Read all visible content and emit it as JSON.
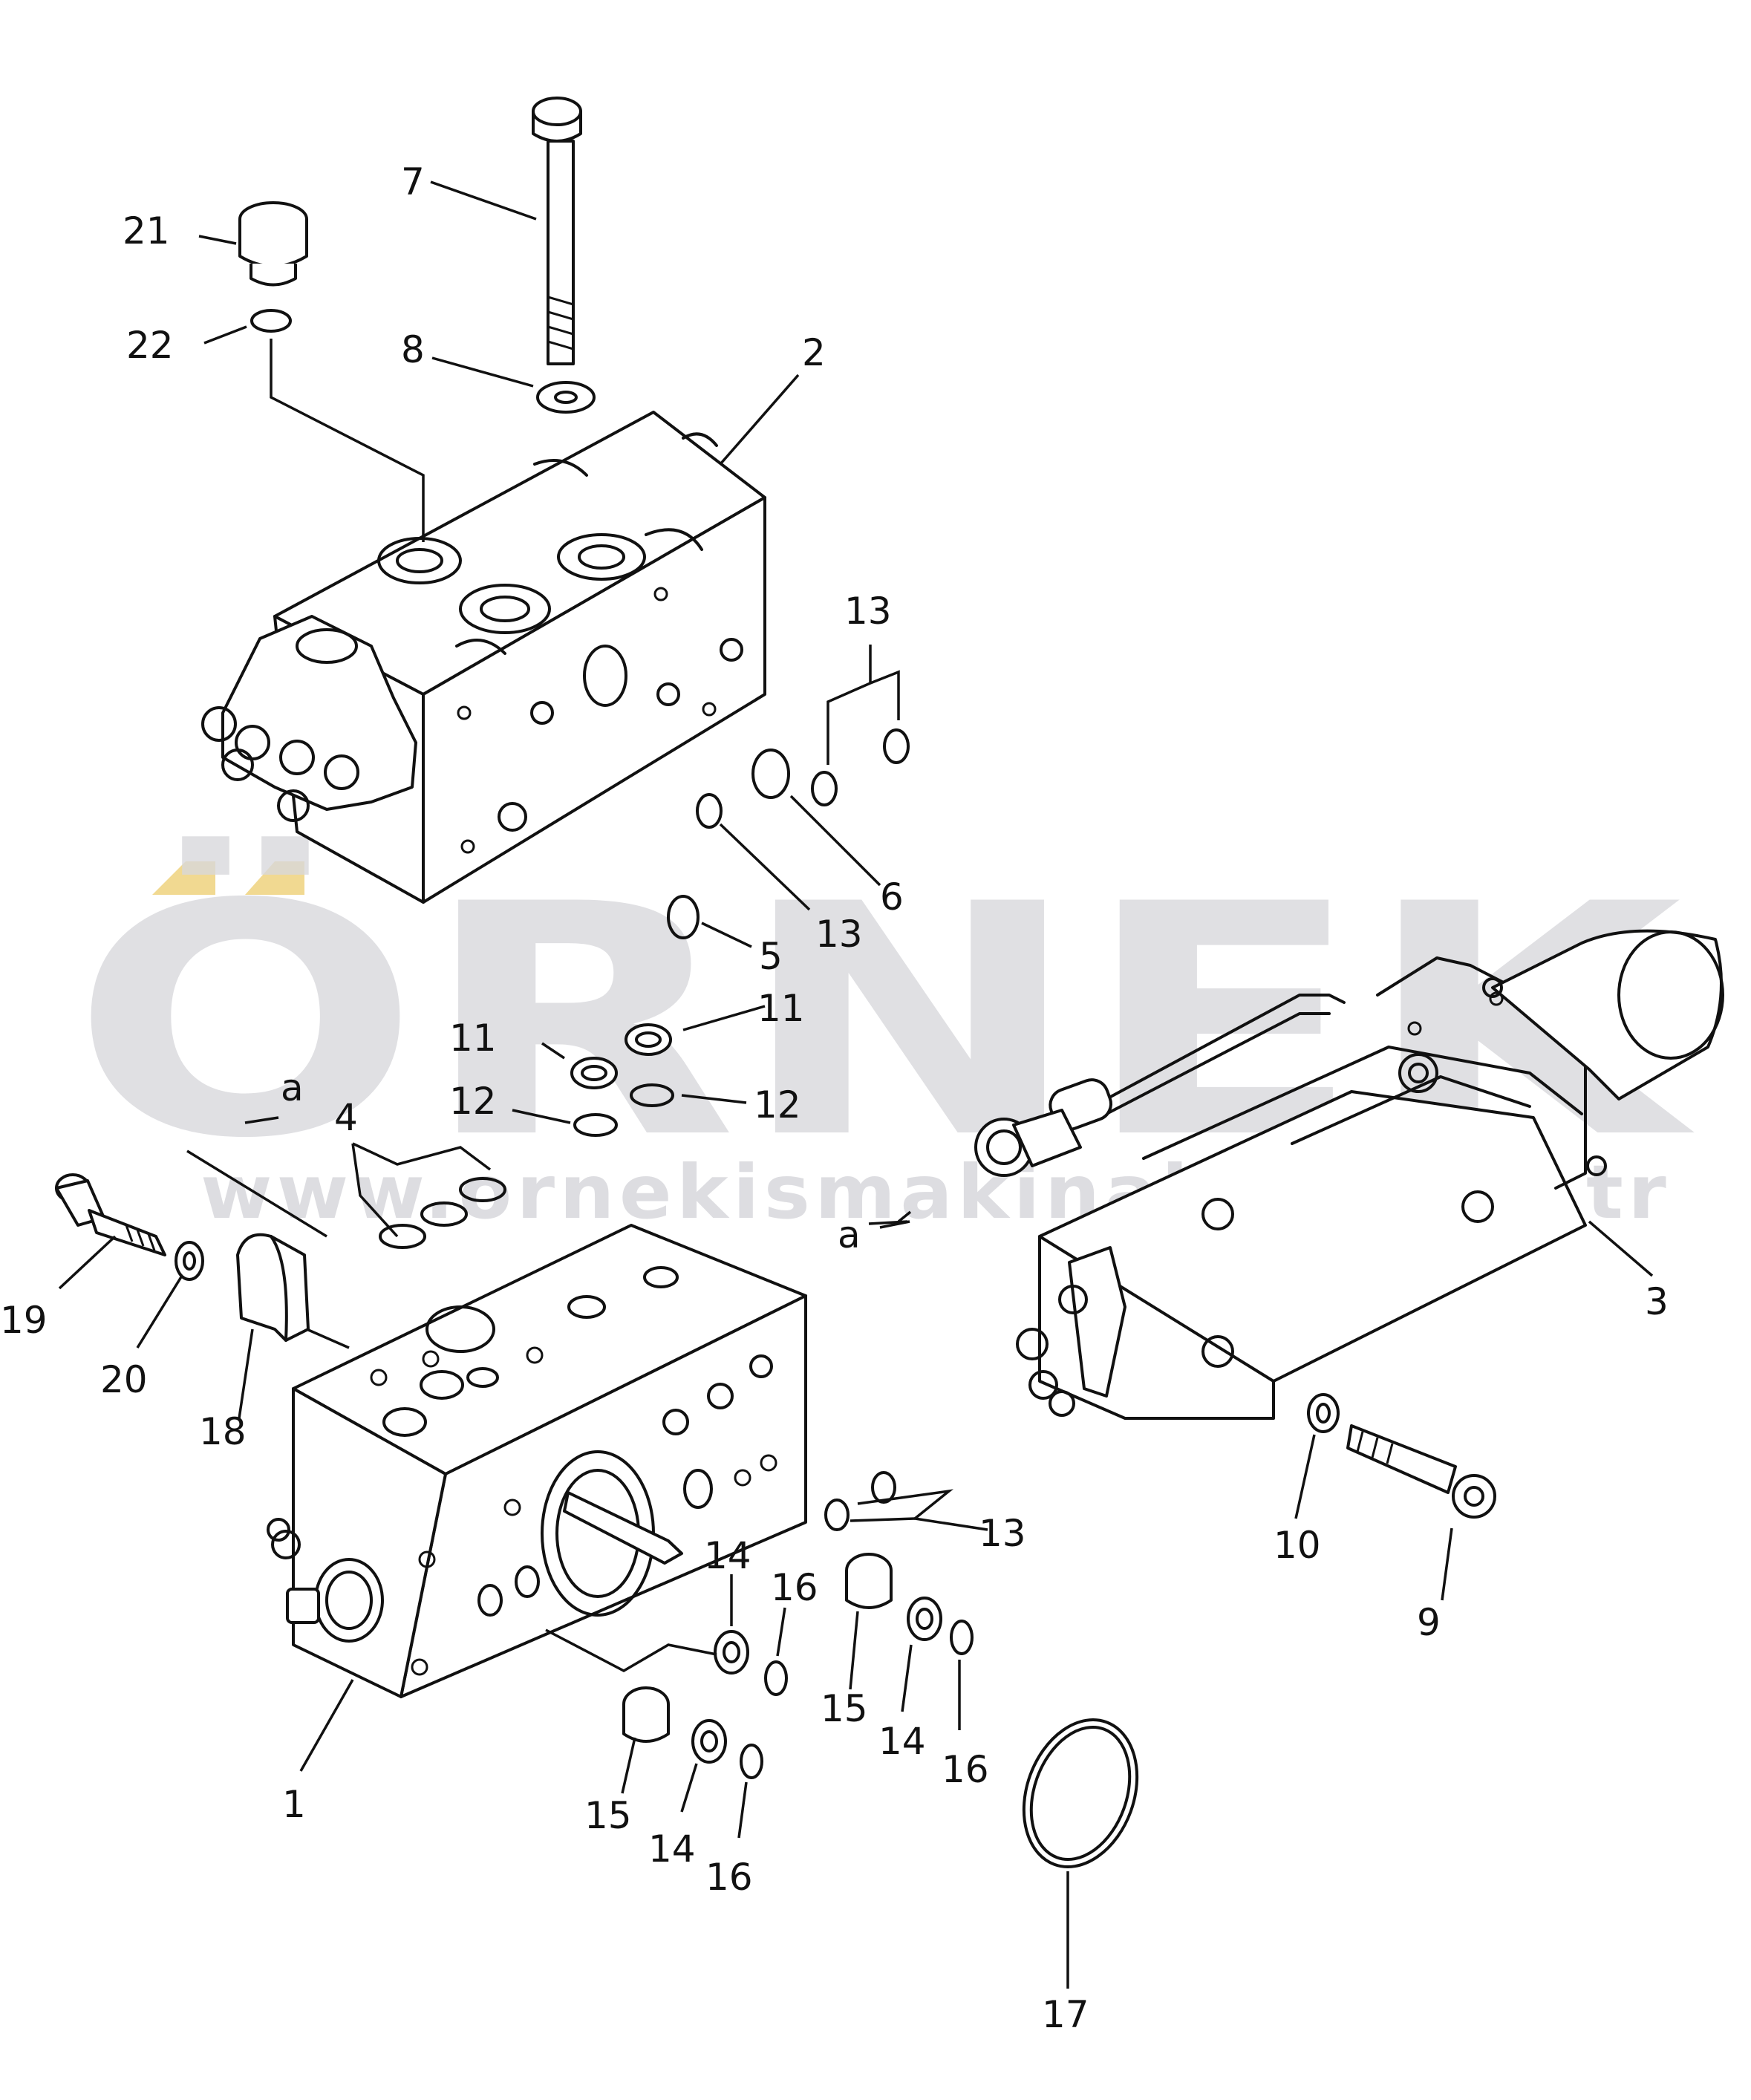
{
  "watermark": {
    "brand": "ÖRNEK",
    "url": "www.ornekismakinalari.com.tr",
    "accent_color": "#f1d991"
  },
  "callouts": {
    "n1": "1",
    "n2": "2",
    "n3": "3",
    "n4": "4",
    "n5": "5",
    "n6": "6",
    "n7": "7",
    "n8": "8",
    "n9": "9",
    "n10": "10",
    "n11a": "11",
    "n11b": "11",
    "n12a": "12",
    "n12b": "12",
    "n13a": "13",
    "n13b": "13",
    "n13c": "13",
    "n14a": "14",
    "n14b": "14",
    "n14c": "14",
    "n15a": "15",
    "n15b": "15",
    "n16a": "16",
    "n16b": "16",
    "n16c": "16",
    "n17": "17",
    "n18": "18",
    "n19": "19",
    "n20": "20",
    "n21": "21",
    "n22": "22",
    "a1": "a",
    "a2": "a"
  }
}
